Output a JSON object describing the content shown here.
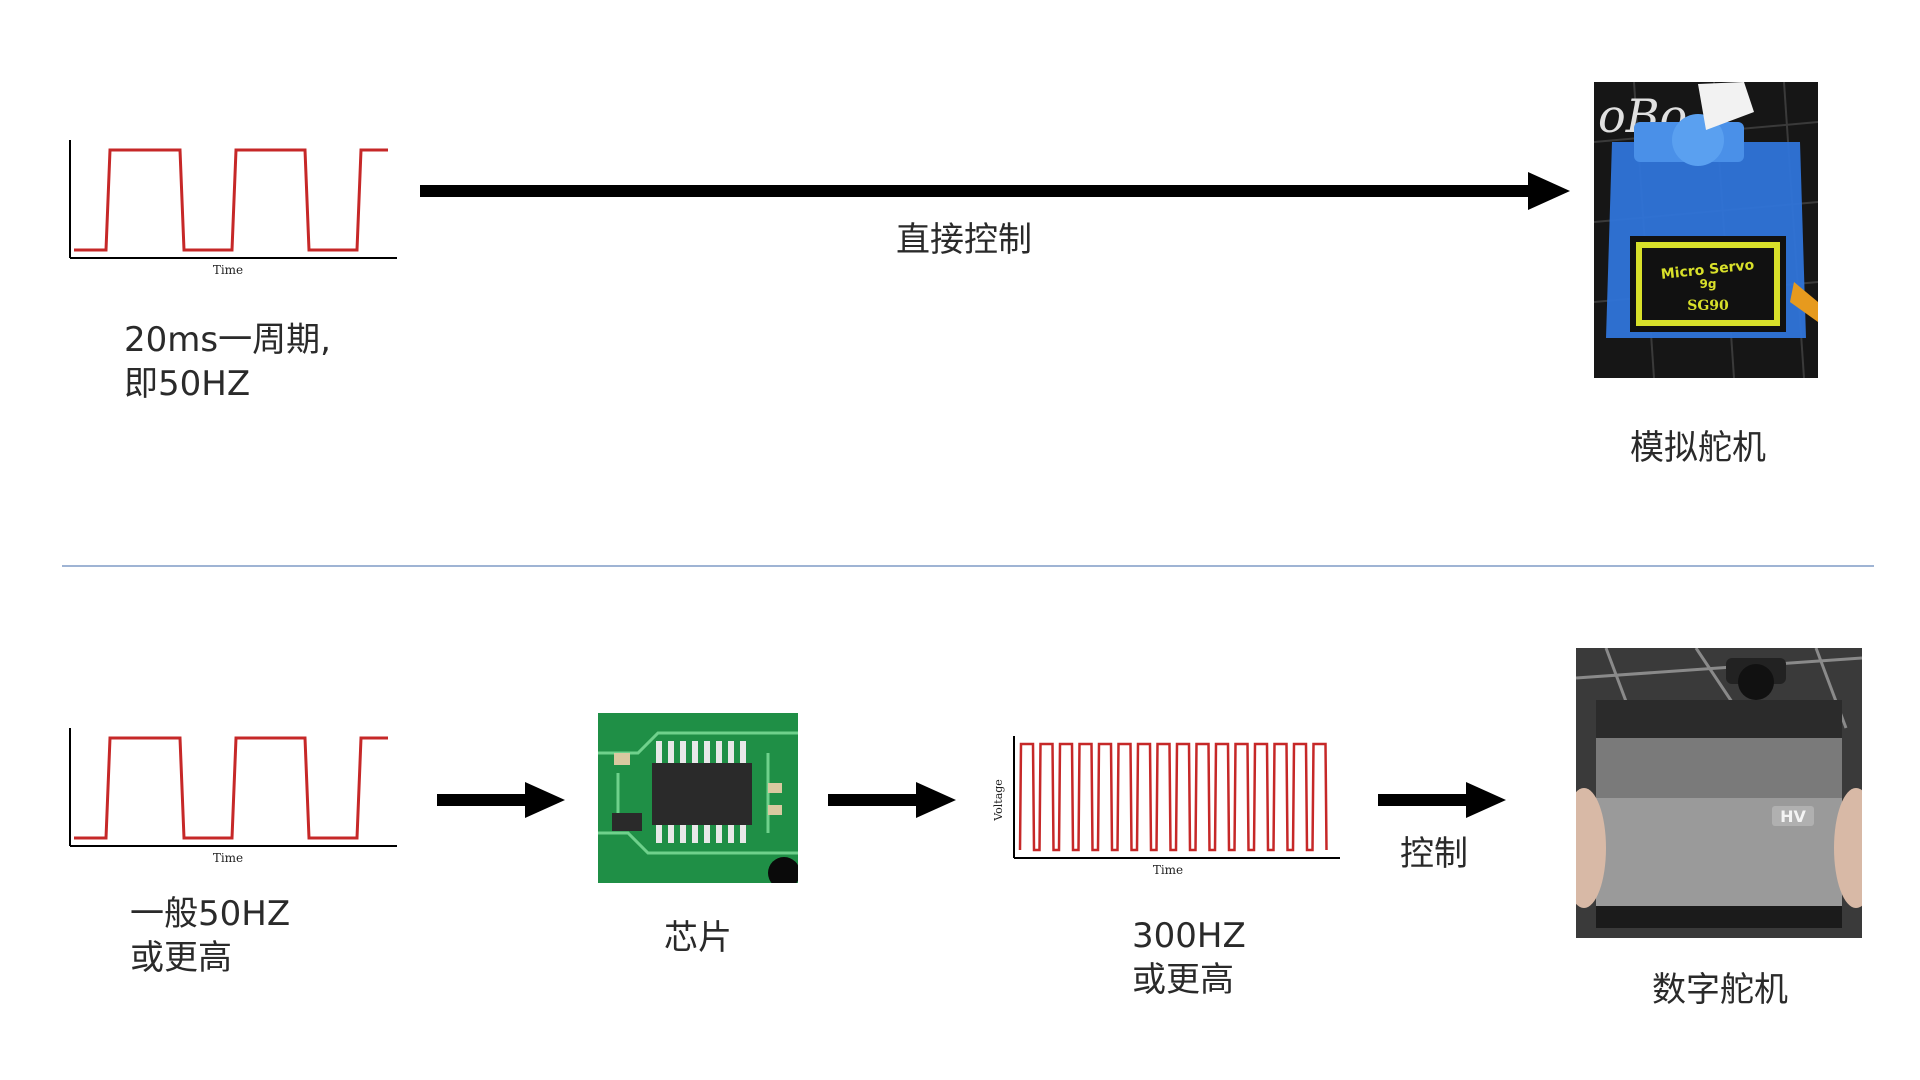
{
  "top": {
    "waveform": {
      "time_label": "Time"
    },
    "period_line1": "20ms一周期,",
    "period_line2": "即50HZ",
    "arrow_label": "直接控制",
    "servo_label": "模拟舵机",
    "servo_photo": {
      "brand_text": "oBo",
      "line1": "Micro Servo",
      "line2": "9g",
      "line3": "SG90"
    }
  },
  "bottom": {
    "waveform": {
      "time_label": "Time"
    },
    "freq_line1": "一般50HZ",
    "freq_line2": "或更高",
    "chip_label": "芯片",
    "hf_waveform": {
      "time_label": "Time",
      "voltage_label": "Voltage"
    },
    "hf_line1": "300HZ",
    "hf_line2": "或更高",
    "control_label": "控制",
    "servo_label": "数字舵机",
    "servo_photo": {
      "badge": "HV"
    }
  },
  "colors": {
    "wave": "#c62828",
    "arrow": "#000000",
    "divider": "#9fb4d4",
    "pcb": "#1f8f46",
    "servo_blue": "#2f74d9",
    "servo_dark": "#2b2b2b"
  }
}
